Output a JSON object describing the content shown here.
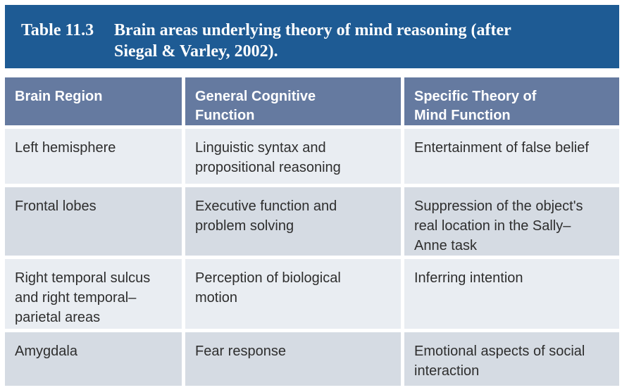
{
  "colors": {
    "caption_bar_bg": "#1e5b94",
    "header_row_bg": "#657aa0",
    "row_light_bg": "#e9edf2",
    "row_dark_bg": "#d5dbe3",
    "caption_text": "#ffffff",
    "header_text": "#ffffff",
    "body_text": "#2e2e2e"
  },
  "table": {
    "title": {
      "label": "Table 11.3",
      "caption": "Brain areas underlying theory of mind reasoning (after\nSiegal & Varley, 2002)."
    },
    "columns": [
      {
        "label": "Brain Region"
      },
      {
        "label": "General Cognitive\nFunction"
      },
      {
        "label": "Specific Theory of\nMind Function"
      }
    ],
    "rows": [
      {
        "cells": [
          "Left hemisphere",
          "Linguistic syntax and\npropositional reasoning",
          "Entertainment of false belief"
        ]
      },
      {
        "cells": [
          "Frontal lobes",
          "Executive function and\nproblem solving",
          "Suppression of the object's\nreal location in the Sally–\nAnne task"
        ]
      },
      {
        "cells": [
          "Right temporal sulcus\nand right temporal–\nparietal areas",
          "Perception of biological\nmotion",
          "Inferring intention"
        ]
      },
      {
        "cells": [
          "Amygdala",
          "Fear response",
          "Emotional aspects of social\ninteraction"
        ]
      }
    ]
  }
}
